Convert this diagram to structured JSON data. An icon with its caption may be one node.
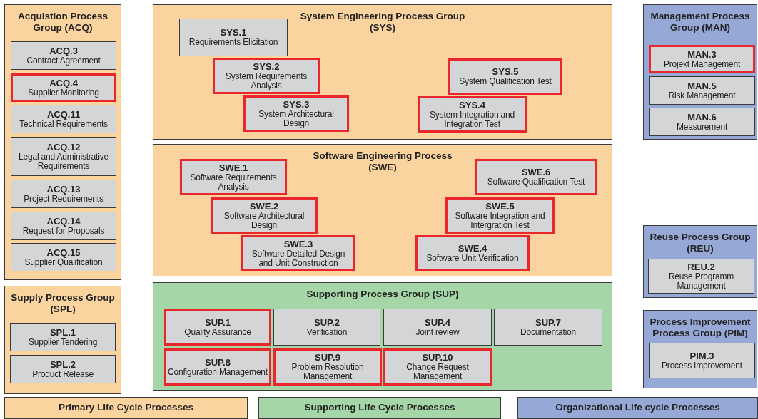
{
  "diagram": {
    "nodes": [
      {
        "text": [
          "Acquistion Process Group (ACQ)"
        ]
      },
      {
        "text": [
          "ACQ.3",
          "Contract Agreement"
        ],
        "in": 0
      },
      {
        "text": [
          "ACQ.4",
          "Supplier Monitoring"
        ],
        "in": 0
      },
      {
        "text": [
          "ACQ.11",
          "Technical Requirements"
        ],
        "in": 0
      },
      {
        "text": [
          "ACQ.12",
          "Legal and Administrative Requirements"
        ],
        "in": 0
      },
      {
        "text": [
          "ACQ.13",
          "Project Requirements"
        ],
        "in": 0
      },
      {
        "text": [
          "ACQ.14",
          "Request for Proposals"
        ],
        "in": 0
      },
      {
        "text": [
          "ACQ.15",
          "Supplier Qualification"
        ],
        "in": 0
      },
      {
        "text": [
          "Supply Process Group (SPL)"
        ]
      },
      {
        "text": [
          "SPL.1",
          "Supplier Tendering"
        ],
        "in": 8
      },
      {
        "text": [
          "SPL.2",
          "Product Release"
        ],
        "in": 8
      },
      {
        "text": [
          "System Engineering Process Group (SYS)"
        ]
      },
      {
        "text": [
          "SYS.1",
          "Requirements Elicitation"
        ],
        "in": 11
      },
      {
        "text": [
          "SYS.2",
          "System Requirements Analysis"
        ],
        "in": 11
      },
      {
        "text": [
          "SYS.3",
          "System Architectural Design"
        ],
        "in": 11
      },
      {
        "text": [
          "SYS.5",
          "System Qualification Test"
        ],
        "in": 11
      },
      {
        "text": [
          "SYS.4",
          "System Integration and Integration Test"
        ],
        "in": 11
      },
      {
        "text": [
          "Software Engineering Process (SWE)"
        ]
      },
      {
        "text": [
          "SWE.1",
          "Software Requirements Analysis"
        ],
        "in": 17
      },
      {
        "text": [
          "SWE.2",
          "Software Architectural Design"
        ],
        "in": 17
      },
      {
        "text": [
          "SWE.3",
          "Software Detailed Design and Unit Construction"
        ],
        "in": 17
      },
      {
        "text": [
          "SWE.6",
          "Software Qualification Test"
        ],
        "in": 17
      },
      {
        "text": [
          "SWE.5",
          "Software Integration and Intergration Test"
        ],
        "in": 17
      },
      {
        "text": [
          "SWE.4",
          "Software Unit Verification"
        ],
        "in": 17
      },
      {
        "text": [
          "Supporting Process Group (SUP)"
        ]
      },
      {
        "text": [
          "SUP.1",
          "Quality Assurance"
        ],
        "in": 24
      },
      {
        "text": [
          "SUP.2",
          "Verification"
        ],
        "in": 24
      },
      {
        "text": [
          "SUP.4",
          "Joint review"
        ],
        "in": 24
      },
      {
        "text": [
          "SUP.7",
          "Documentation"
        ],
        "in": 24
      },
      {
        "text": [
          "SUP.8",
          "Configuration Management"
        ],
        "in": 24
      },
      {
        "text": [
          "SUP.9",
          "Problem Resolution Management"
        ],
        "in": 24
      },
      {
        "text": [
          "SUP.10",
          "Change Request Management"
        ],
        "in": 24
      },
      {
        "text": [
          "Management Process Group (MAN)"
        ]
      },
      {
        "text": [
          "MAN.3",
          "Projekt Management"
        ],
        "in": 32
      },
      {
        "text": [
          "MAN.5",
          "Risk Management"
        ],
        "in": 32
      },
      {
        "text": [
          "MAN.6",
          "Measurement"
        ],
        "in": 32
      },
      {
        "text": [
          "Reuse Process Group (REU)"
        ]
      },
      {
        "text": [
          "REU.2",
          "Reuse Programm Management"
        ],
        "in": 36
      },
      {
        "text": [
          "Process Improvement Process Group (PIM)"
        ]
      },
      {
        "text": [
          "PIM.3",
          "Process Improvement"
        ],
        "in": 38
      },
      {
        "text": [
          "Primary Life Cycle Processes"
        ]
      },
      {
        "text": [
          "Supporting Life Cycle Processes"
        ]
      },
      {
        "text": [
          "Organizational Life cycle Processes"
        ]
      }
    ]
  }
}
